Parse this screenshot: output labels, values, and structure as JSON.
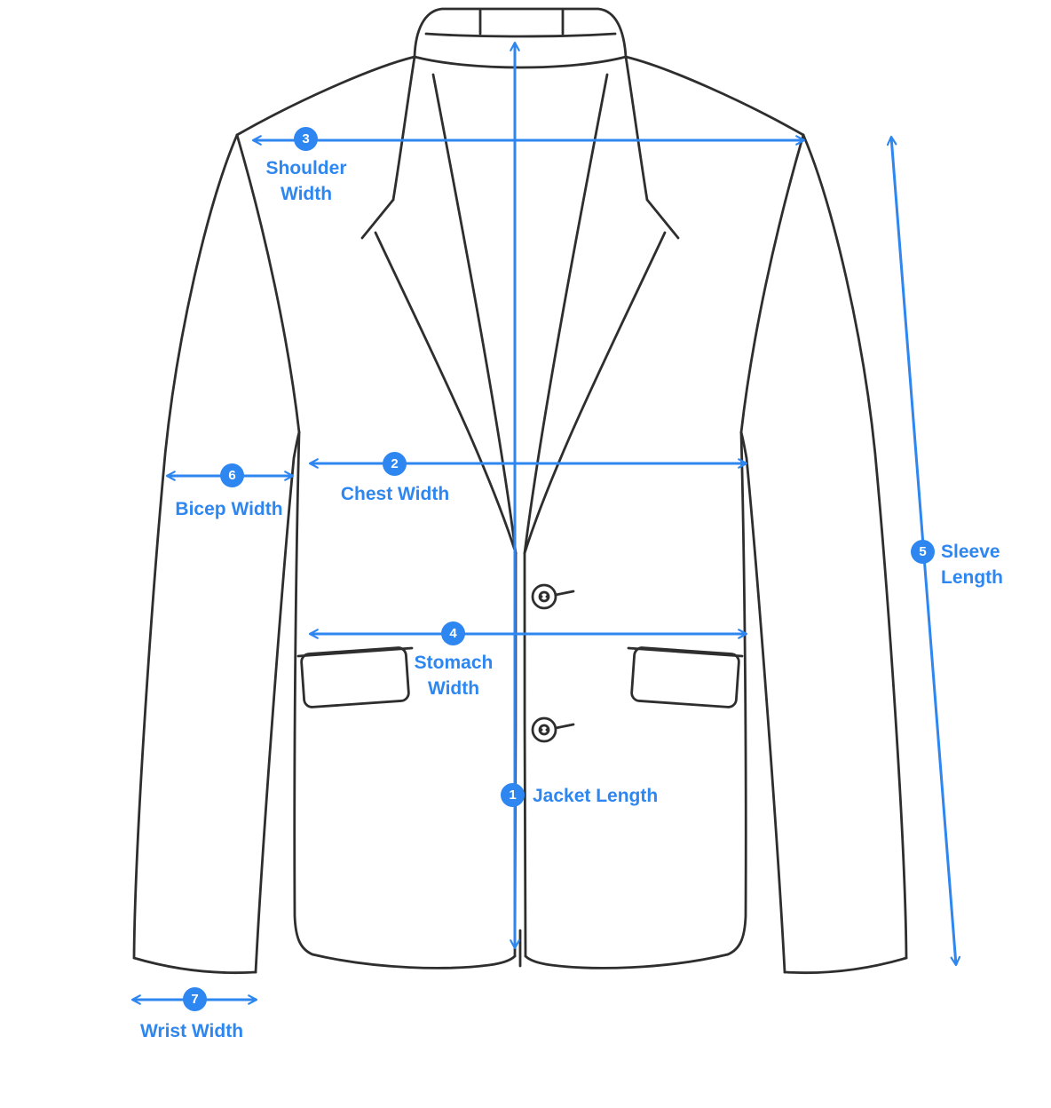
{
  "colors": {
    "accent": "#2E86F0",
    "line": "#2E2E2E",
    "background": "#FFFFFF"
  },
  "measurements": [
    {
      "number": "1",
      "label": "Jacket Length"
    },
    {
      "number": "2",
      "label": "Chest Width"
    },
    {
      "number": "3",
      "label": "Shoulder Width"
    },
    {
      "number": "4",
      "label": "Stomach Width"
    },
    {
      "number": "5",
      "label": "Sleeve Length"
    },
    {
      "number": "6",
      "label": "Bicep Width"
    },
    {
      "number": "7",
      "label": "Wrist Width"
    }
  ]
}
